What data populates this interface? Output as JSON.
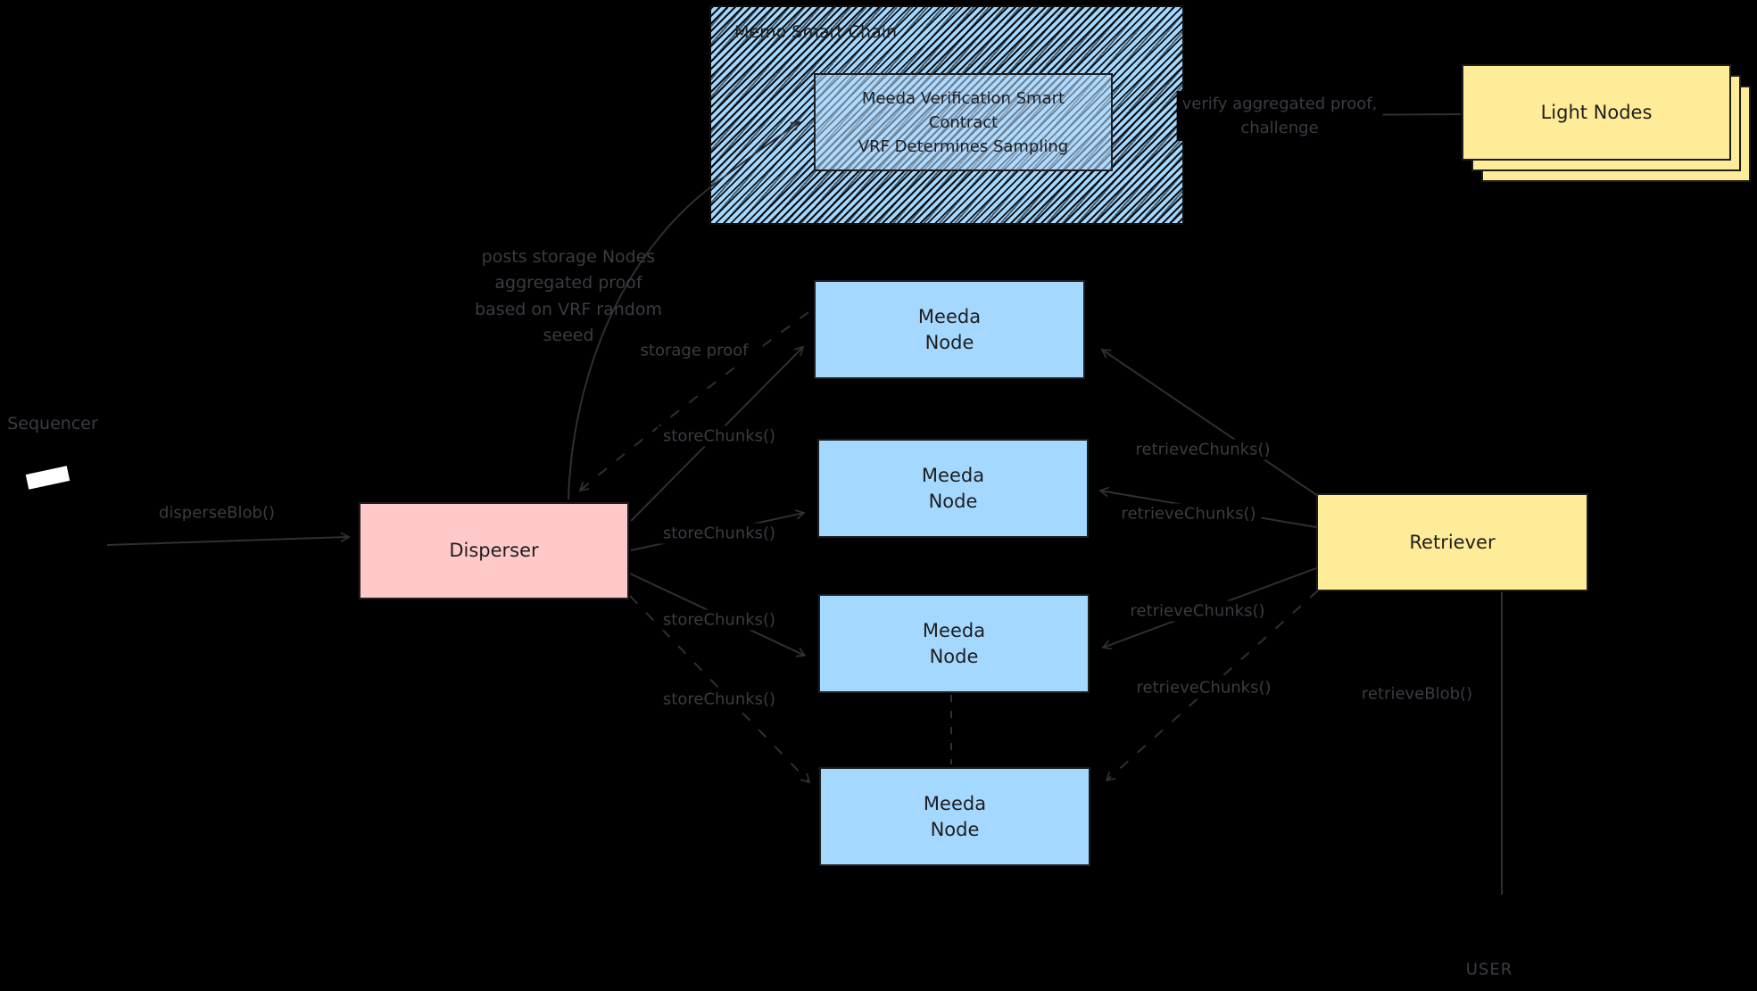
{
  "background": "#000000",
  "colors": {
    "node_blue": "#a5d8ff",
    "disperser_pink": "#ffc9c9",
    "retriever_yellow": "#ffec99",
    "box_stroke": "#1e1e1e",
    "edge_gray": "#2f2f36",
    "label_gray": "#3b3b43"
  },
  "chain": {
    "title": "Memo Smart Chain",
    "contract_text": "Meeda Verification Smart\nContract\nVRF Determines Sampling"
  },
  "nodes": {
    "light_nodes": "Light Nodes",
    "disperser": "Disperser",
    "meeda_node": "Meeda\nNode",
    "retriever": "Retriever"
  },
  "labels": {
    "sequencer": "Sequencer",
    "user": "USER",
    "disperse_blob": "disperseBlob()",
    "store_chunks": "storeChunks()",
    "retrieve_chunks": "retrieveChunks()",
    "storage_proof": "storage proof",
    "retrieve_blob": "retrieveBlob()",
    "posts_proof": "posts storage Nodes\naggregated proof\nbased on VRF random\nseeed",
    "verify": "verify aggregated proof,\nchallenge"
  }
}
